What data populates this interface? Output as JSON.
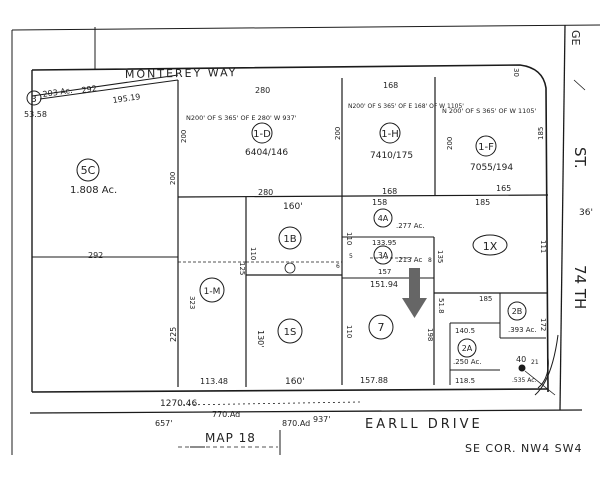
{
  "streets": {
    "north": "MONTEREY WAY",
    "south": "EARLL DRIVE",
    "east": "74 TH",
    "east_suffix": "ST.",
    "top_right": "GE"
  },
  "footer": {
    "map_ref": "MAP 18",
    "corner": "SE COR. NW4 SW4"
  },
  "parcels": [
    {
      "id": "3",
      "area": "203 Ac.",
      "note": "53.58"
    },
    {
      "id": "5C",
      "area": "1.808 Ac."
    },
    {
      "id": "1-D",
      "desc": "N200' OF S 365' OF E 280' W 937'",
      "book": "6404/146"
    },
    {
      "id": "1-H",
      "desc": "N200' OF S 365' OF E 168' OF W 1105'",
      "book": "7410/175"
    },
    {
      "id": "1-F",
      "desc": "N 200' OF S 365' OF W 1105'",
      "book": "7055/194"
    },
    {
      "id": "1B"
    },
    {
      "id": "4A",
      "area": ".277 Ac."
    },
    {
      "id": "3A",
      "area": ".213 Ac"
    },
    {
      "id": "1X"
    },
    {
      "id": "1-M"
    },
    {
      "id": "1S"
    },
    {
      "id": "7"
    },
    {
      "id": "2A",
      "area": ".250 Ac."
    },
    {
      "id": "2B",
      "area": ".393 Ac."
    }
  ],
  "dimensions": {
    "d292a": "292",
    "d195": "195.19",
    "d280a": "280",
    "d168a": "168",
    "d30": "30",
    "d200a": "200",
    "d200b": "200",
    "d200c": "200",
    "d200d": "200",
    "d185a": "185",
    "d280b": "280",
    "d168b": "168",
    "d165": "165",
    "d158": "158",
    "d160a": "160'",
    "d185b": "185",
    "d292b": "292",
    "d110a": "110",
    "d110b": "110",
    "d133": "133.95",
    "d157": "157",
    "d151": "151.94",
    "d130": "130'",
    "d225": "225",
    "d323": "323",
    "d125": "125",
    "d135": "135",
    "d5": "5",
    "d8": "8",
    "d6": "6",
    "d518": "51.8",
    "d140": "140.5",
    "d185c": "185",
    "d1185": "118.5",
    "d172": "172",
    "d111": "111",
    "d110c": "110",
    "d198": "198",
    "d1133": "113.48",
    "d160b": "160'",
    "d1578": "157.88",
    "d1270": "1270.46",
    "d657": "657'",
    "d770": "770.Ad",
    "d870": "870.Ad",
    "d937": "937'",
    "d40": "40",
    "d21": "21",
    "d36": "36'",
    "d535": ".535 Ac."
  },
  "arrow_color": "#666666"
}
